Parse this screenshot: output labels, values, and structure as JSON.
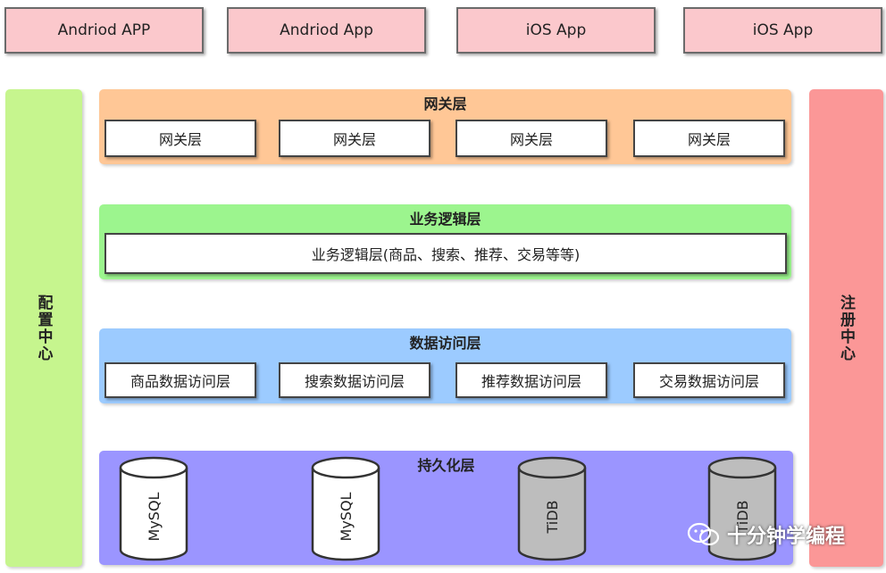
{
  "clients": [
    "Andriod APP",
    "Andriod App",
    "iOS App",
    "iOS App"
  ],
  "config_center": "配置中心",
  "registry_center": "注册中心",
  "gateway": {
    "title": "网关层",
    "items": [
      "网关层",
      "网关层",
      "网关层",
      "网关层"
    ]
  },
  "business": {
    "title": "业务逻辑层",
    "item": "业务逻辑层(商品、搜索、推荐、交易等等)"
  },
  "data_access": {
    "title": "数据访问层",
    "items": [
      "商品数据访问层",
      "搜索数据访问层",
      "推荐数据访问层",
      "交易数据访问层"
    ]
  },
  "persistence": {
    "title": "持久化层",
    "databases": [
      "MySQL",
      "MySQL",
      "TiDB",
      "TiDB"
    ]
  },
  "watermark": "十分钟学编程",
  "colors": {
    "client": "#fbc8cc",
    "config_center": "#c6f58e",
    "registry_center": "#fb9797",
    "gateway": "#ffc796",
    "business": "#9cf58e",
    "data_access": "#9ccbff",
    "persistence": "#9b95ff",
    "db_white": "#ffffff",
    "db_gray": "#bdbdbd"
  },
  "icons": {
    "watermark_icon": "wechat-icon"
  }
}
